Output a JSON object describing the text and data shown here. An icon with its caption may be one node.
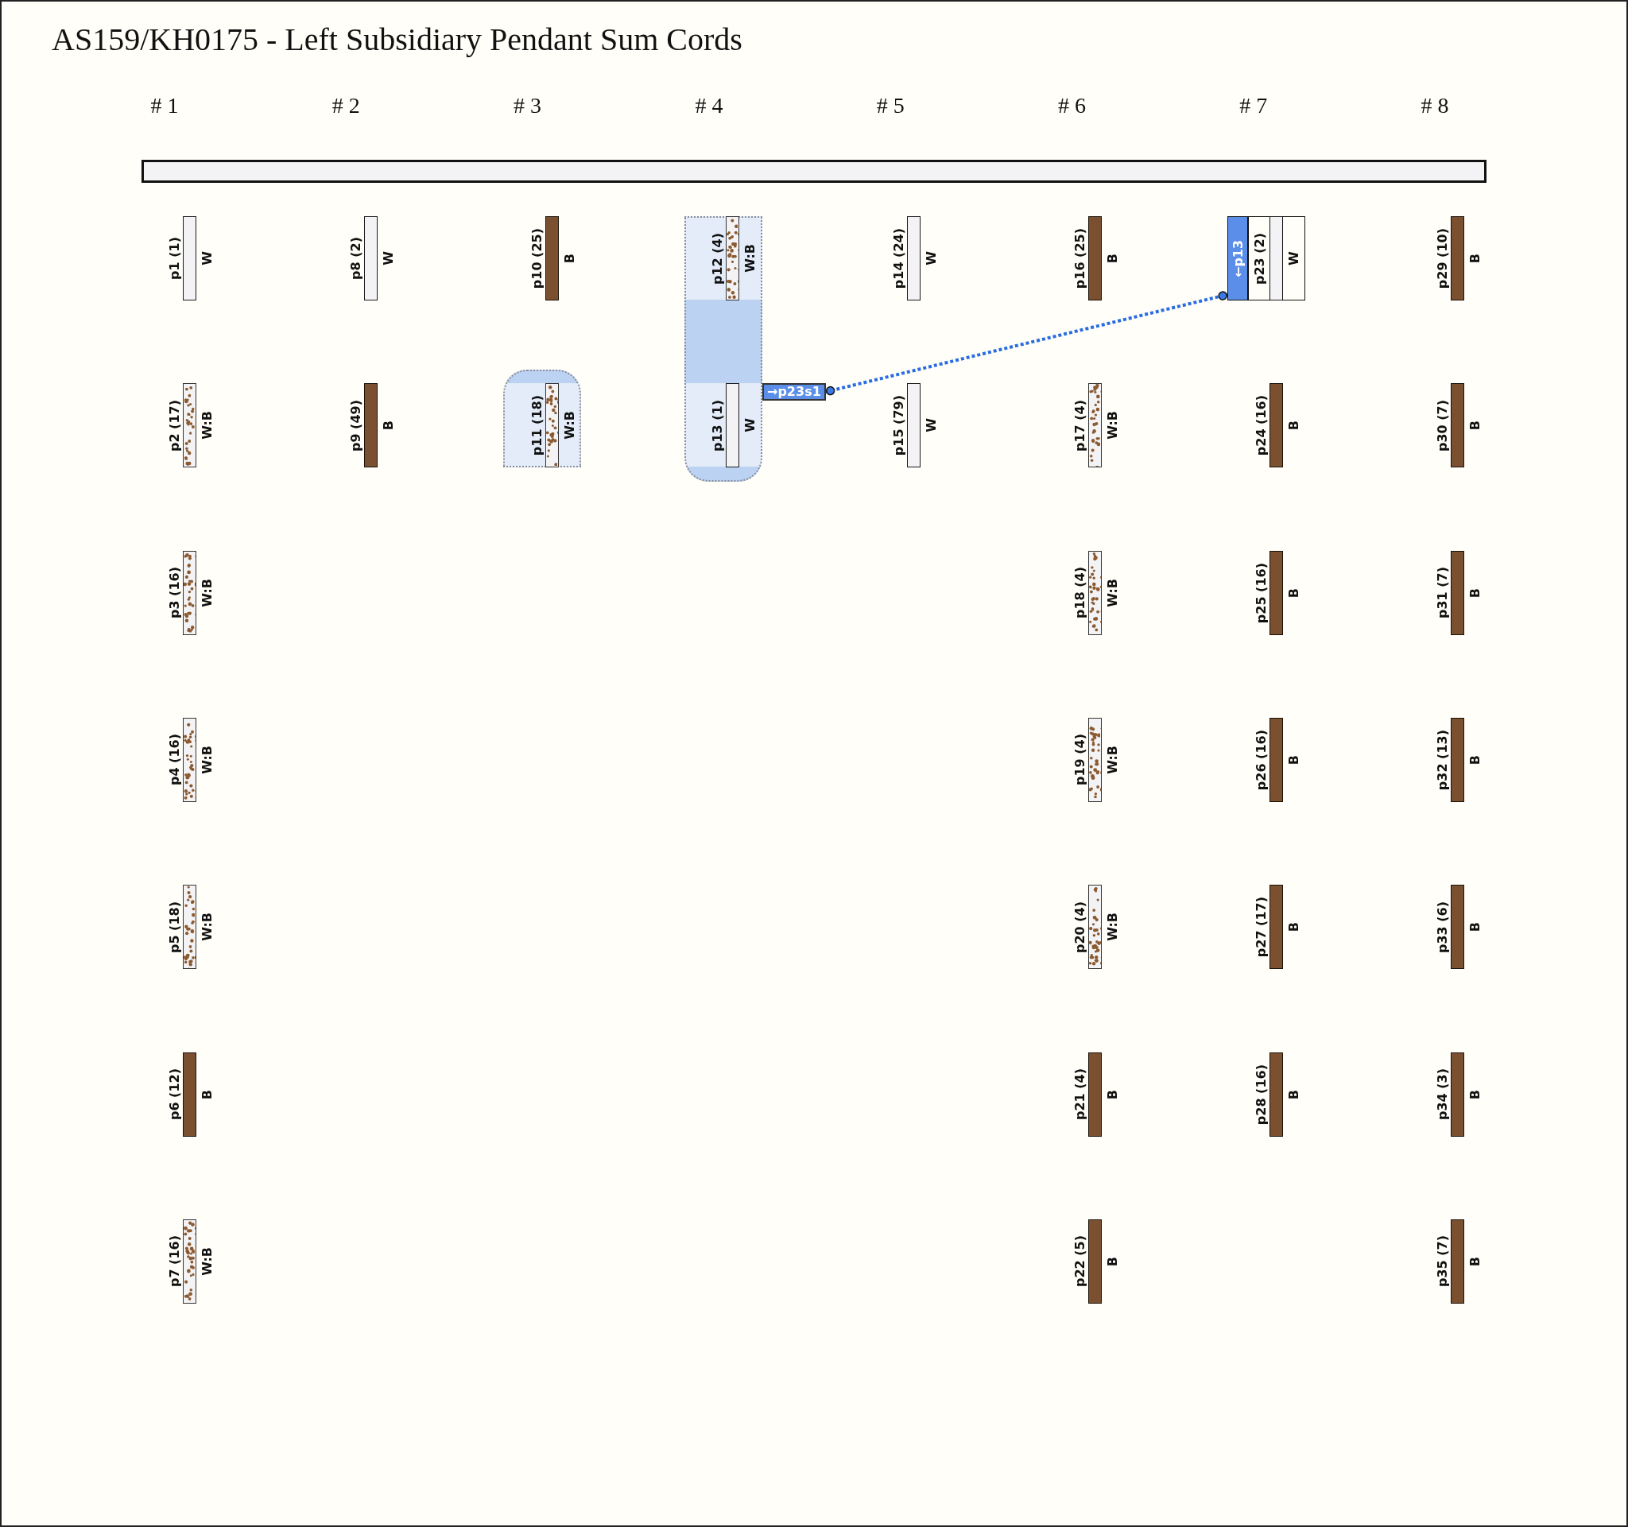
{
  "diagram": {
    "title": "AS159/KH0175 - Left Subsidiary Pendant Sum Cords",
    "nodes": [
      {
        "text": [],
        "shape": "bar"
      },
      {
        "text": [],
        "shape": "bar",
        "beside": [
          "p1 (1)",
          "W"
        ]
      },
      {
        "text": [],
        "shape": "bar",
        "beside": [
          "p2 (17)",
          "W:B"
        ]
      },
      {
        "text": [],
        "shape": "bar",
        "beside": [
          "p3 (16)",
          "W:B"
        ]
      },
      {
        "text": [],
        "shape": "bar",
        "beside": [
          "p4 (16)",
          "W:B"
        ]
      },
      {
        "text": [],
        "shape": "bar",
        "beside": [
          "p5 (18)",
          "W:B"
        ]
      },
      {
        "text": [],
        "shape": "bar",
        "beside": [
          "p6 (12)",
          "B"
        ]
      },
      {
        "text": [],
        "shape": "bar",
        "beside": [
          "p7 (16)",
          "W:B"
        ]
      },
      {
        "text": [],
        "shape": "bar",
        "beside": [
          "p8 (2)",
          "W"
        ]
      },
      {
        "text": [],
        "shape": "bar",
        "beside": [
          "p9 (49)",
          "B"
        ]
      },
      {
        "text": [],
        "shape": "bar",
        "beside": [
          "p10 (25)",
          "B"
        ]
      },
      {
        "text": [],
        "shape": "box"
      },
      {
        "text": [],
        "shape": "bar",
        "beside": [
          "p11 (18)",
          "W:B"
        ],
        "in": 11
      },
      {
        "text": [],
        "shape": "box"
      },
      {
        "text": [],
        "shape": "bar",
        "beside": [
          "p12 (4)",
          "W:B"
        ],
        "in": 13
      },
      {
        "text": [],
        "shape": "bar",
        "beside": [
          "p13 (1)",
          "W"
        ],
        "in": 13
      },
      {
        "text": [
          "→p23s1"
        ]
      },
      {
        "text": [],
        "shape": "bar",
        "beside": [
          "p14 (24)",
          "W"
        ]
      },
      {
        "text": [],
        "shape": "bar",
        "beside": [
          "p15 (79)",
          "W"
        ]
      },
      {
        "text": [],
        "shape": "bar",
        "beside": [
          "p16 (25)",
          "B"
        ]
      },
      {
        "text": [],
        "shape": "bar",
        "beside": [
          "p17 (4)",
          "W:B"
        ]
      },
      {
        "text": [],
        "shape": "bar",
        "beside": [
          "p18 (4)",
          "W:B"
        ]
      },
      {
        "text": [],
        "shape": "bar",
        "beside": [
          "p19 (4)",
          "W:B"
        ]
      },
      {
        "text": [],
        "shape": "bar",
        "beside": [
          "p20 (4)",
          "W:B"
        ]
      },
      {
        "text": [],
        "shape": "bar",
        "beside": [
          "p21 (4)",
          "B"
        ]
      },
      {
        "text": [],
        "shape": "bar",
        "beside": [
          "p22 (5)",
          "B"
        ]
      },
      {
        "text": [
          "←p13"
        ]
      },
      {
        "text": [],
        "shape": "bar",
        "beside": [
          "p23 (2)",
          "W"
        ]
      },
      {
        "text": [],
        "shape": "bar",
        "beside": [
          "p24 (16)",
          "B"
        ]
      },
      {
        "text": [],
        "shape": "bar",
        "beside": [
          "p25 (16)",
          "B"
        ]
      },
      {
        "text": [],
        "shape": "bar",
        "beside": [
          "p26 (16)",
          "B"
        ]
      },
      {
        "text": [],
        "shape": "bar",
        "beside": [
          "p27 (17)",
          "B"
        ]
      },
      {
        "text": [],
        "shape": "bar",
        "beside": [
          "p28 (16)",
          "B"
        ]
      },
      {
        "text": [],
        "shape": "bar",
        "beside": [
          "p29 (10)",
          "B"
        ]
      },
      {
        "text": [],
        "shape": "bar",
        "beside": [
          "p30 (7)",
          "B"
        ]
      },
      {
        "text": [],
        "shape": "bar",
        "beside": [
          "p31 (7)",
          "B"
        ]
      },
      {
        "text": [],
        "shape": "bar",
        "beside": [
          "p32 (13)",
          "B"
        ]
      },
      {
        "text": [],
        "shape": "bar",
        "beside": [
          "p33 (6)",
          "B"
        ]
      },
      {
        "text": [],
        "shape": "bar",
        "beside": [
          "p34 (3)",
          "B"
        ]
      },
      {
        "text": [],
        "shape": "bar",
        "beside": [
          "p35 (7)",
          "B"
        ]
      }
    ],
    "edges": [
      {
        "from": 16,
        "to": 26,
        "arrow": "other",
        "style": "dashed"
      }
    ],
    "labels": [
      "# 1",
      "# 2",
      "# 3",
      "# 4",
      "# 5",
      "# 6",
      "# 7",
      "# 8"
    ]
  }
}
